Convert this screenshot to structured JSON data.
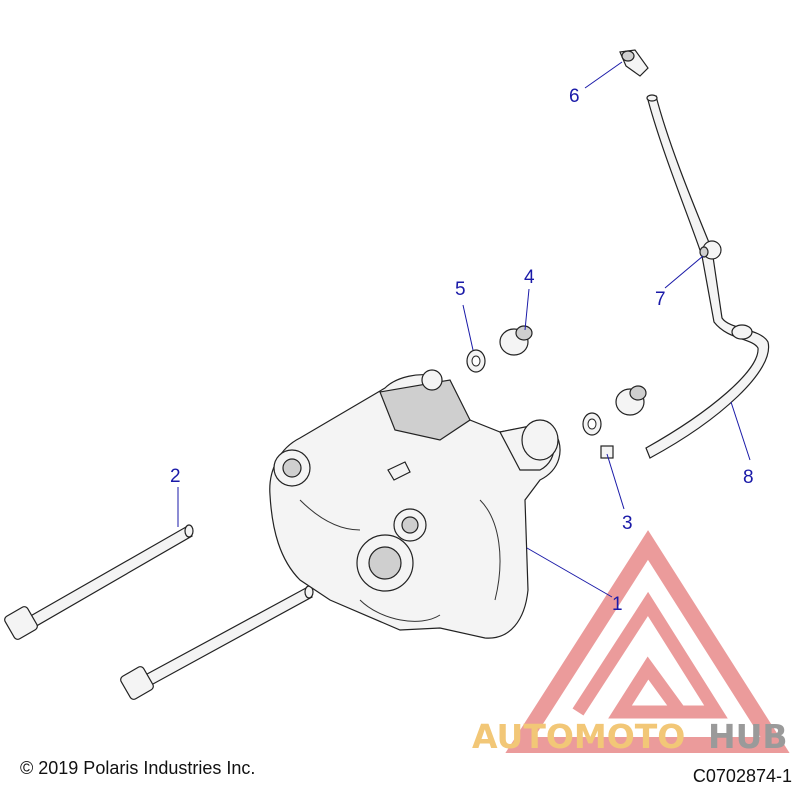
{
  "callouts": [
    {
      "id": "1",
      "label": "1"
    },
    {
      "id": "2",
      "label": "2"
    },
    {
      "id": "3",
      "label": "3"
    },
    {
      "id": "4",
      "label": "4"
    },
    {
      "id": "5",
      "label": "5"
    },
    {
      "id": "6",
      "label": "6"
    },
    {
      "id": "7",
      "label": "7"
    },
    {
      "id": "8",
      "label": "8"
    }
  ],
  "footer": {
    "copyright": "© 2019 Polaris Industries Inc.",
    "drawing_id": "C0702874-1"
  },
  "watermark": {
    "part1": "AUTOMOTO",
    "part2": "HUB",
    "color_primary": "#e88a8a",
    "color_secondary": "#f2c777",
    "color_tertiary": "#9a9a9a"
  },
  "colors": {
    "callout": "#1a1aa8"
  }
}
